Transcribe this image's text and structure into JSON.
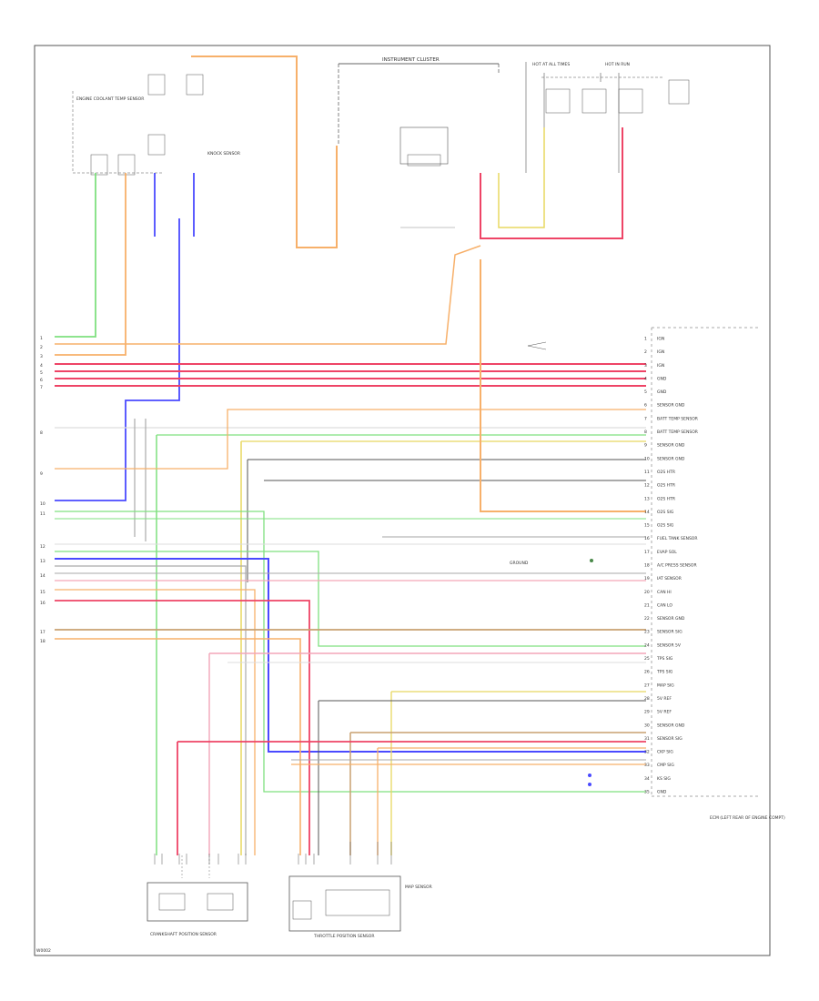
{
  "colors": {
    "orange": "#f7b06a",
    "red": "#ee4466",
    "pink": "#f3a6b8",
    "blue": "#4a4aff",
    "green": "#7fe07f",
    "yellow": "#e8d860",
    "gray": "#888888",
    "black": "#333333",
    "tan": "#c8a070"
  },
  "labels": {
    "instrument_cluster": "INSTRUMENT CLUSTER",
    "fuse_top1": "HOT AT ALL TIMES",
    "fuse_top2": "HOT IN RUN",
    "sensor_left_top": "ENGINE COOLANT TEMP SENSOR",
    "sensor_mid": "KNOCK SENSOR",
    "ecm_label": "ECM (LEFT REAR OF ENGINE COMPT)",
    "bottom_left_comp": "CRANKSHAFT POSITION SENSOR",
    "bottom_mid_comp": "THROTTLE POSITION SENSOR",
    "bottom_right_comp": "MAP SENSOR",
    "corner_code": "W0002",
    "ground_note": "GROUND"
  },
  "ecm_pins": [
    "IGN",
    "IGN",
    "IGN",
    "GND",
    "GND",
    "SENSOR GND",
    "BATT TEMP SENSOR",
    "BATT TEMP SENSOR",
    "SENSOR GND",
    "SENSOR GND",
    "O2S HTR",
    "O2S HTR",
    "O2S HTR",
    "O2S SIG",
    "O2S SIG",
    "FUEL TANK SENSOR",
    "EVAP SOL",
    "A/C PRESS SENSOR",
    "IAT SENSOR",
    "CAN HI",
    "CAN LO",
    "SENSOR GND",
    "SENSOR SIG",
    "SENSOR 5V",
    "TPS SIG",
    "TPS SIG",
    "MAP SIG",
    "5V REF",
    "5V REF",
    "SENSOR GND",
    "SENSOR SIG",
    "CKP SIG",
    "CMP SIG",
    "KS SIG",
    "GND"
  ]
}
